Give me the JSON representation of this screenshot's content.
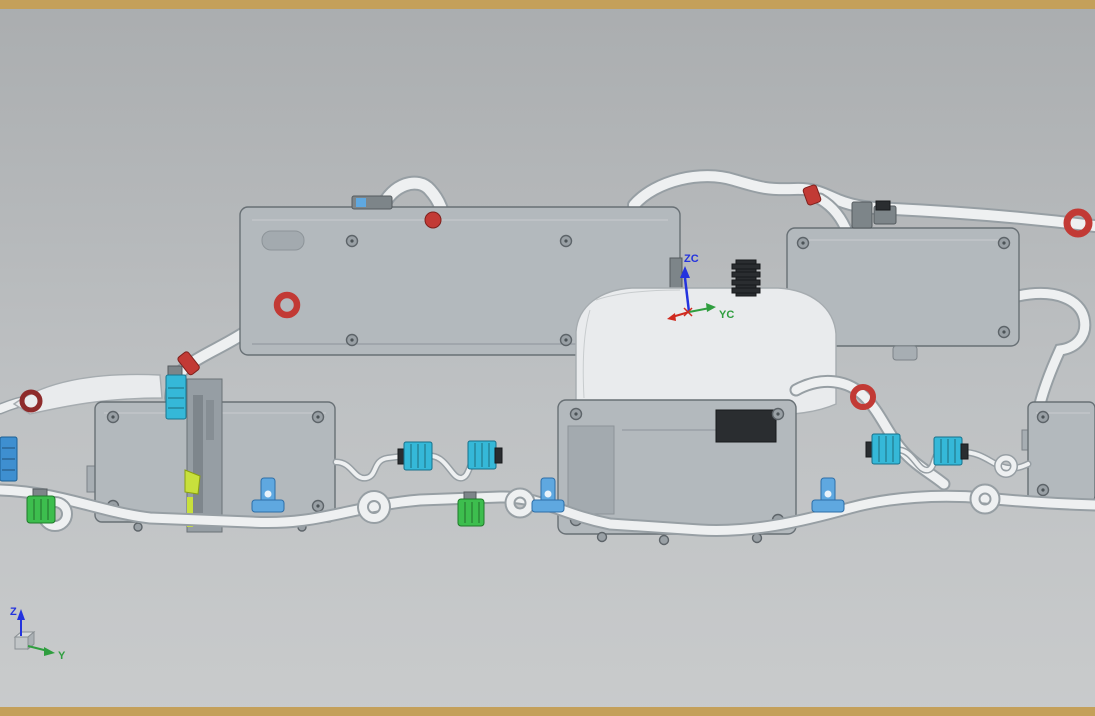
{
  "window": {
    "edge_color": "#C4A05A"
  },
  "viewport": {
    "background_top": "#AAADAF",
    "background_mid": "#BEC1C3",
    "background_bottom": "#C9CBCC"
  },
  "colors": {
    "part_gray": "#B3B9BD",
    "part_gray_dark": "#7D8589",
    "housing_white": "#E9EBED",
    "hose_white": "#EEF0F1",
    "hose_edge": "#979FA4",
    "red_clamp": "#C23A35",
    "dark_red": "#8E2B2B",
    "cyan_connector": "#35B8D8",
    "blue_connector": "#3E8FD0",
    "blue_clip": "#5FA8E0",
    "green_connector": "#3DBE4E",
    "yellow_green": "#C8E03C",
    "black_part": "#2A2D30"
  },
  "csys": {
    "zc_label": "ZC",
    "yc_label": "YC",
    "z_color": "#2433DE",
    "y_color": "#2F9E3F",
    "x_color": "#D02A1F"
  },
  "wcs": {
    "z_label": "Z",
    "y_label": "Y",
    "z_color": "#2433DE",
    "y_color": "#2F9E3F"
  },
  "parts": [
    "wiring-harness-hose",
    "ecu-box-top-left",
    "ecu-box-top-right",
    "ecu-box-lower-left",
    "ecu-box-center",
    "ecu-box-right",
    "white-housing-center",
    "cyan-inline-connector",
    "blue-edge-connector",
    "green-connector",
    "blue-hose-clip",
    "red-hose-clamp",
    "mounting-rail",
    "corrugated-sleeve"
  ]
}
